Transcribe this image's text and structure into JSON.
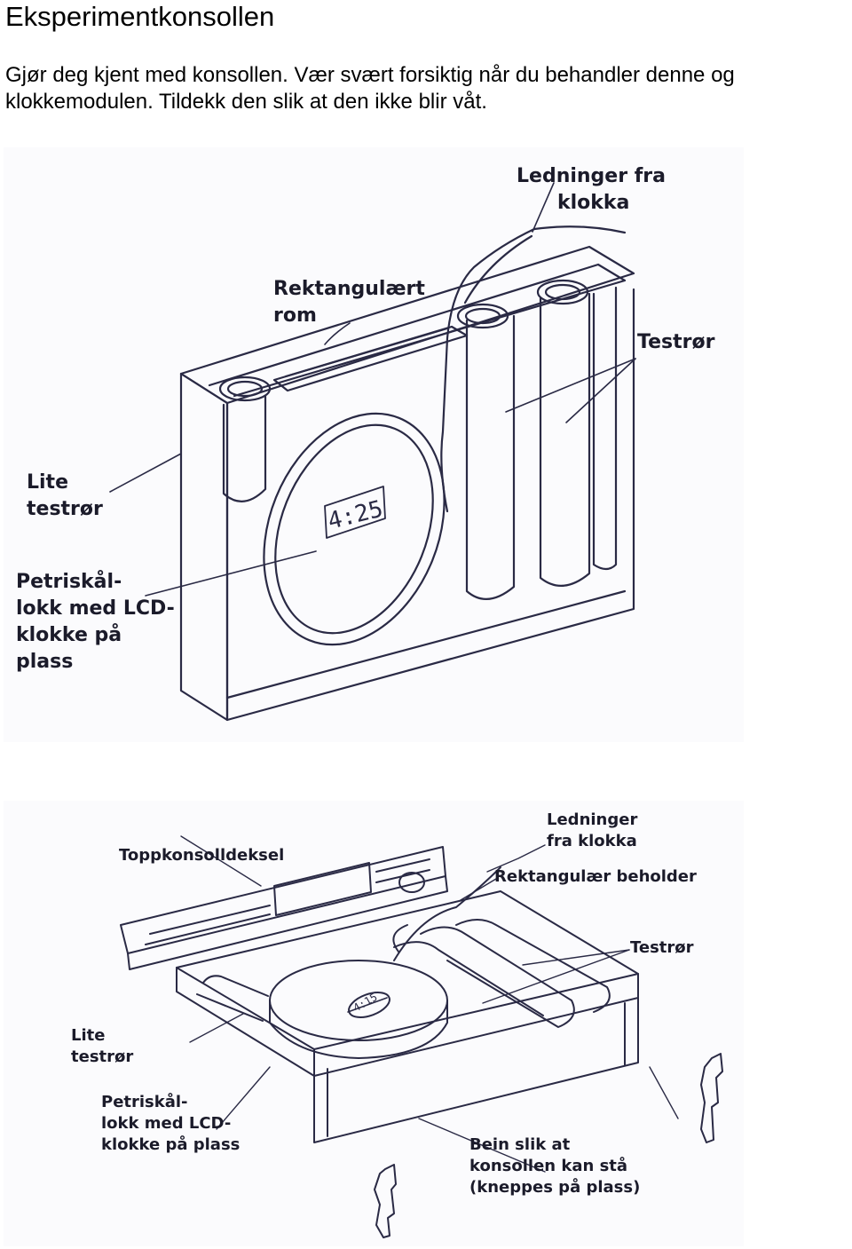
{
  "page": {
    "title": "Eksperimentkonsollen",
    "intro_line1": "Gjør deg kjent med konsollen. Vær svært forsiktig når du behandler denne og",
    "intro_line2": "klokkemodulen. Tildekk den slik at den ikke blir våt."
  },
  "figure1": {
    "wires_label": [
      "Ledninger fra",
      "klokka"
    ],
    "compartment_label": [
      "Rektangulært",
      "rom"
    ],
    "tubes_label": "Testrør",
    "small_tube_label": [
      "Lite",
      "testrør"
    ],
    "petri_label": [
      "Petriskål-",
      "lokk med LCD-",
      "klokke på",
      "plass"
    ],
    "clock_display": "4:25"
  },
  "figure2": {
    "cover_label": "Toppkonsolldeksel",
    "wires_label": [
      "Ledninger",
      "fra klokka"
    ],
    "container_label": "Rektangulær beholder",
    "tubes_label": "Testrør",
    "small_tube_label": [
      "Lite",
      "testrør"
    ],
    "petri_label": [
      "Petriskål-",
      "lokk med LCD-",
      "klokke på plass"
    ],
    "legs_label": [
      "Bein slik at",
      "konsollen kan stå",
      "(kneppes på plass)"
    ],
    "clock_display": "4:15"
  },
  "colors": {
    "line": "#2a2a45",
    "label": "#1b1b2a",
    "figure_bg": "#fbfbfd"
  }
}
